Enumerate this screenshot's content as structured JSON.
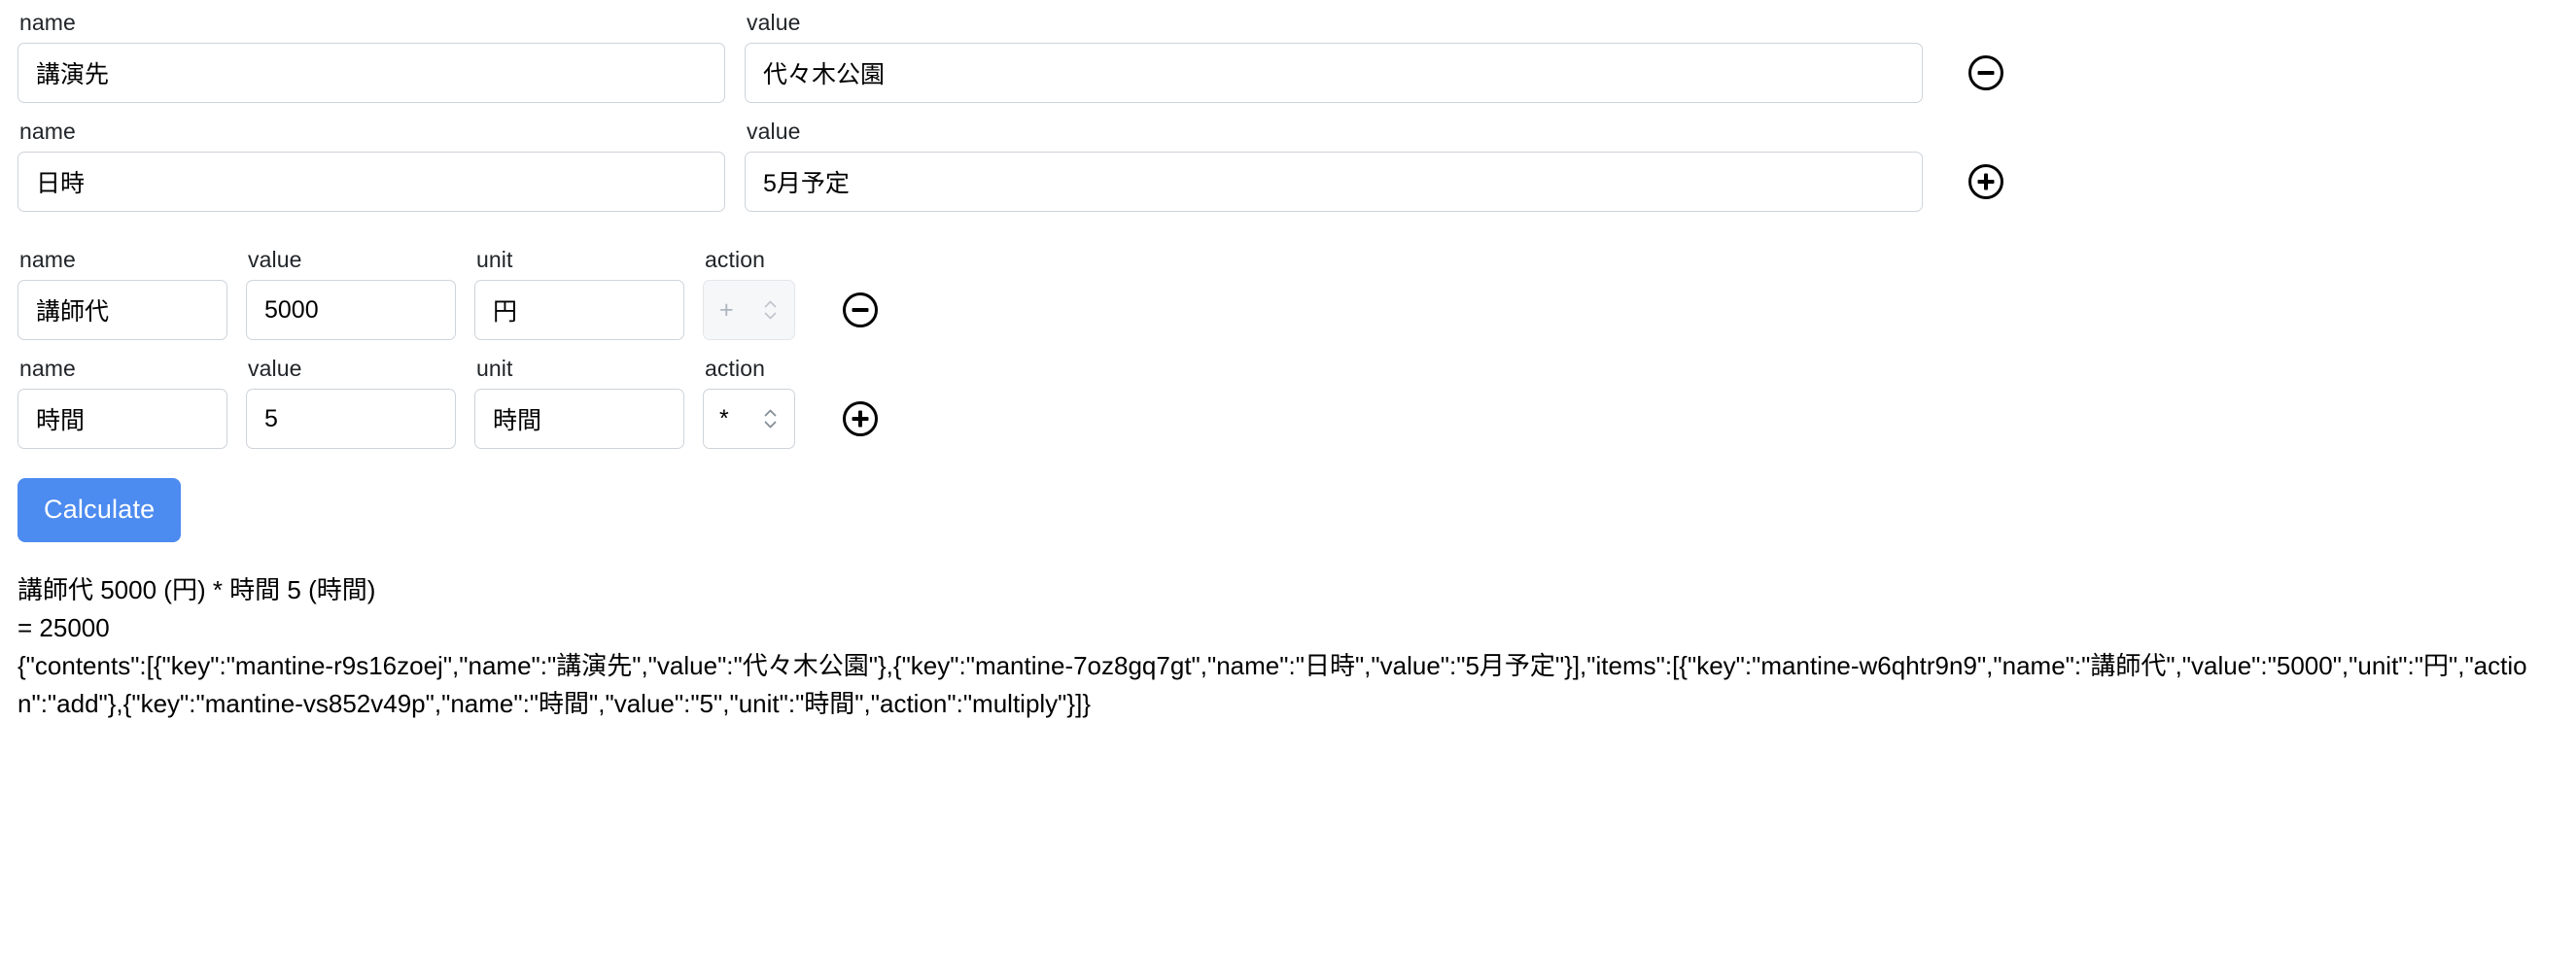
{
  "labels": {
    "name": "name",
    "value": "value",
    "unit": "unit",
    "action": "action"
  },
  "contents": [
    {
      "name": "講演先",
      "value": "代々木公園",
      "row_button": "minus",
      "row_button_name": "remove-content-row-button"
    },
    {
      "name": "日時",
      "value": "5月予定",
      "row_button": "plus",
      "row_button_name": "add-content-row-button"
    }
  ],
  "items": [
    {
      "name": "講師代",
      "value": "5000",
      "unit": "円",
      "action": "+",
      "action_disabled": true,
      "row_button": "minus"
    },
    {
      "name": "時間",
      "value": "5",
      "unit": "時間",
      "action": "*",
      "action_disabled": false,
      "row_button": "plus"
    }
  ],
  "action_options": [
    "+",
    "-",
    "*",
    "/"
  ],
  "calculate": {
    "label": "Calculate",
    "color": "#4c8bf0"
  },
  "result": {
    "expression": "講師代 5000 (円) * 時間 5 (時間)",
    "total": "= 25000",
    "json": "{\"contents\":[{\"key\":\"mantine-r9s16zoej\",\"name\":\"講演先\",\"value\":\"代々木公園\"},{\"key\":\"mantine-7oz8gq7gt\",\"name\":\"日時\",\"value\":\"5月予定\"}],\"items\":[{\"key\":\"mantine-w6qhtr9n9\",\"name\":\"講師代\",\"value\":\"5000\",\"unit\":\"円\",\"action\":\"add\"},{\"key\":\"mantine-vs852v49p\",\"name\":\"時間\",\"value\":\"5\",\"unit\":\"時間\",\"action\":\"multiply\"}]}"
  }
}
